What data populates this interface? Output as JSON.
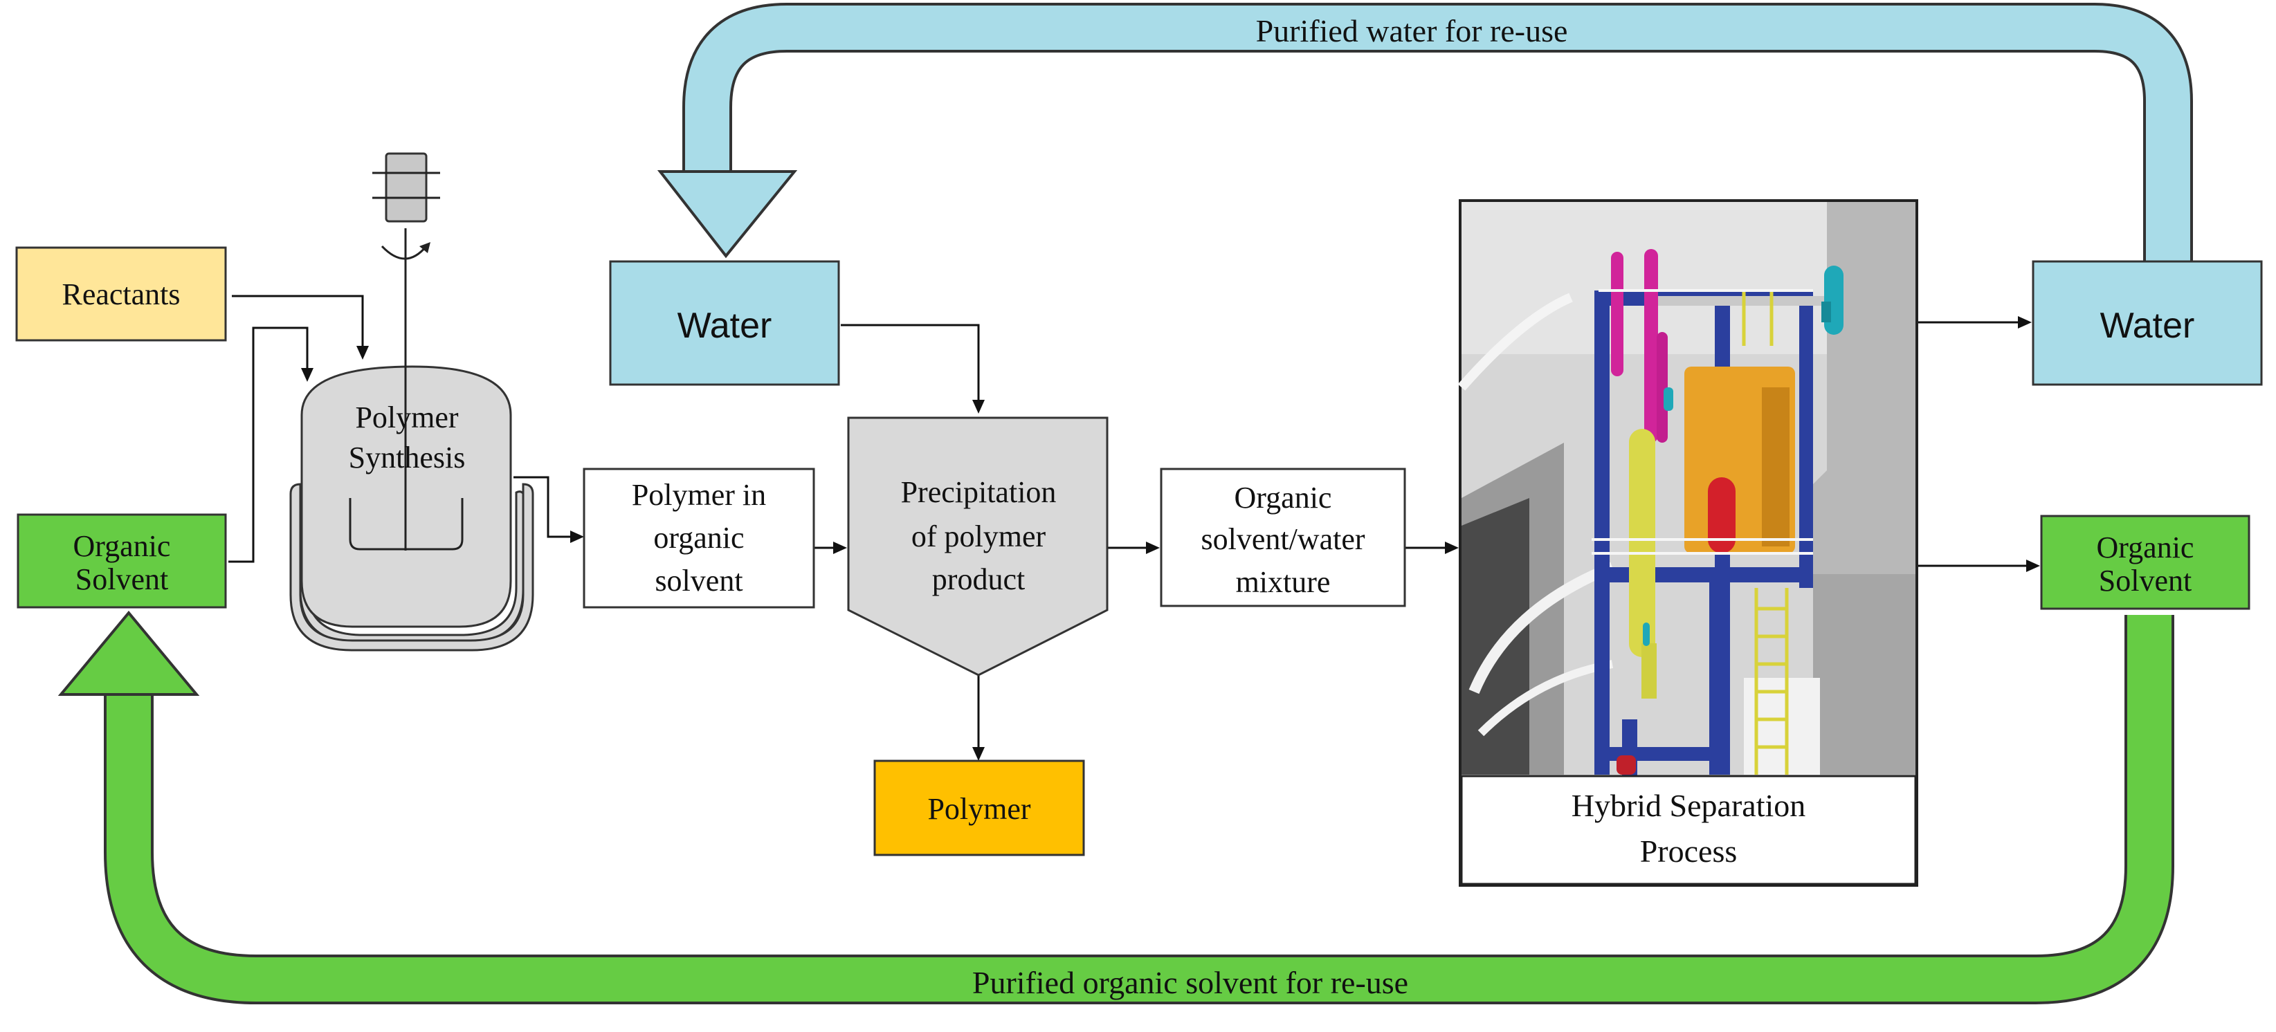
{
  "colors": {
    "reactants_fill": "#FFE699",
    "water_fill": "#A9DCE8",
    "solvent_fill": "#66CC44",
    "polymer_fill": "#FFC000",
    "vessel_fill": "#D9D9D9",
    "water_loop": "#A9DCE8",
    "solvent_loop": "#66CC44",
    "stroke": "#333333"
  },
  "labels": {
    "reactants": "Reactants",
    "organic_solvent_in": [
      "Organic",
      "Solvent"
    ],
    "polymer_synthesis": [
      "Polymer",
      "Synthesis"
    ],
    "polymer_in_solvent": [
      "Polymer in",
      "organic",
      "solvent"
    ],
    "water_in": "Water",
    "precipitation": [
      "Precipitation",
      "of polymer",
      "product"
    ],
    "polymer": "Polymer",
    "mixture": [
      "Organic",
      "solvent/water",
      "mixture"
    ],
    "hybrid": [
      "Hybrid Separation",
      "Process"
    ],
    "water_out": "Water",
    "organic_solvent_out": [
      "Organic",
      "Solvent"
    ],
    "water_loop": "Purified water for re-use",
    "solvent_loop": "Purified organic solvent for re-use"
  },
  "icons": {
    "stirrer_motor": "motor-icon",
    "rotation": "rotation-arrow-icon",
    "separation_plant": "plant-3d-render"
  }
}
